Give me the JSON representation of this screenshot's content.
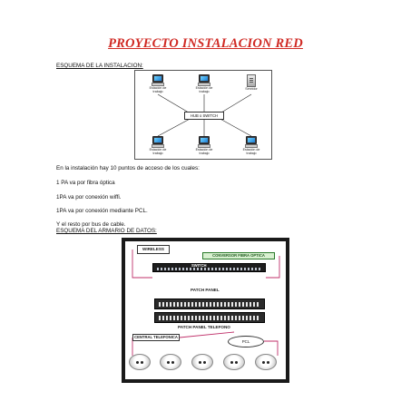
{
  "document": {
    "title": "PROYECTO INSTALACION RED",
    "section1_heading": "ESQUEMA DE LA INSTALACION:",
    "paragraphs": [
      "En la instalación hay 10 puntos de acceso de los cuales:",
      "1 PA va por fibra óptica",
      "1PA va por conexión wiffi.",
      "1PA va por conexión mediante PCL.",
      "Y el resto por bus de cable."
    ],
    "section2_heading": "ESQUEMA DEL ARMARIO DE DATOS:"
  },
  "network_diagram": {
    "hub_label": "HUB o SWITCH",
    "nodes": [
      {
        "label": "Estación de trabajo",
        "icon": "workstation-icon"
      },
      {
        "label": "Estación de trabajo",
        "icon": "workstation-icon"
      },
      {
        "label": "Servidor",
        "icon": "server-icon"
      },
      {
        "label": "Estación de trabajo",
        "icon": "workstation-icon"
      },
      {
        "label": "Estación de trabajo",
        "icon": "workstation-icon"
      },
      {
        "label": "Estación de trabajo",
        "icon": "workstation-icon"
      }
    ]
  },
  "rack_diagram": {
    "wireless_label": "WIRELESS",
    "conversor_label": "CONVERSOR FIBRA OPTICA",
    "switch_label": "SWITCH",
    "patch_panel_label": "PATCH PANEL",
    "patch_panel_telefono_label": "PATCH PANEL TELEFONO",
    "central_label": "CENTRAL TELEFONICA",
    "pcl_label": "PCL",
    "socket_count": 5,
    "colors": {
      "wire": "#c0306a",
      "frame": "#1a1a1a",
      "conversor": "#2a7a2a"
    }
  },
  "colors": {
    "title": "#d02a24"
  }
}
